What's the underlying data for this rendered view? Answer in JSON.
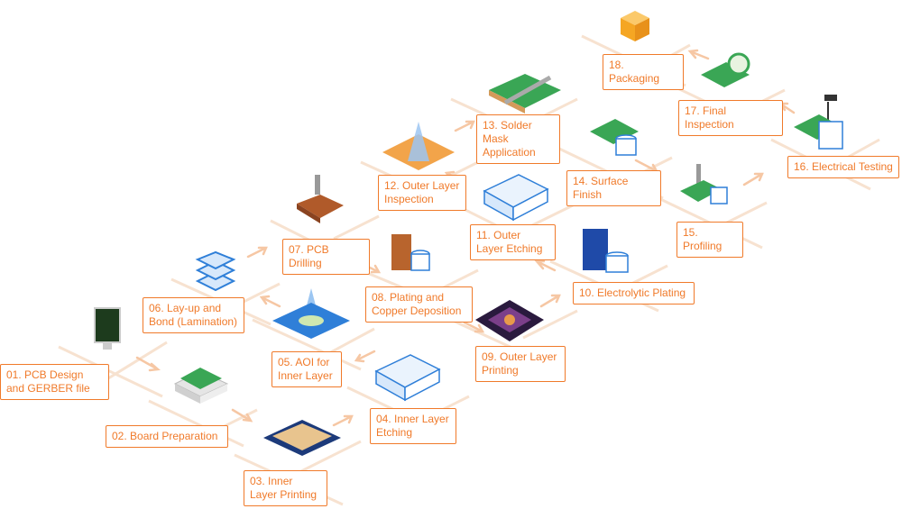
{
  "title": "PCB Manufacturing Process",
  "steps": [
    {
      "label": "01. PCB Design and GERBER file",
      "icon": "monitor-icon"
    },
    {
      "label": "02. Board Preparation",
      "icon": "board-stack-icon"
    },
    {
      "label": "03. Inner Layer Printing",
      "icon": "printed-layer-icon"
    },
    {
      "label": "04. Inner Layer Etching",
      "icon": "etched-board-icon"
    },
    {
      "label": "05. AOI for Inner Layer",
      "icon": "inspection-beam-icon"
    },
    {
      "label": "06. Lay-up and Bond (Lamination)",
      "icon": "layers-icon"
    },
    {
      "label": "07. PCB Drilling",
      "icon": "drill-icon"
    },
    {
      "label": "08. Plating and Copper Deposition",
      "icon": "plating-icon"
    },
    {
      "label": "09. Outer Layer Printing",
      "icon": "printed-layer-icon"
    },
    {
      "label": "10. Electrolytic Plating",
      "icon": "plating-icon"
    },
    {
      "label": "11. Outer Layer Etching",
      "icon": "etched-board-icon"
    },
    {
      "label": "12. Outer Layer Inspection",
      "icon": "inspection-beam-icon"
    },
    {
      "label": "13. Solder Mask Application",
      "icon": "solder-mask-icon"
    },
    {
      "label": "14. Surface Finish",
      "icon": "surface-finish-icon"
    },
    {
      "label": "15. Profiling",
      "icon": "profiling-icon"
    },
    {
      "label": "16. Electrical Testing",
      "icon": "tester-icon"
    },
    {
      "label": "17. Final Inspection",
      "icon": "magnifier-icon"
    },
    {
      "label": "18. Packaging",
      "icon": "box-icon"
    }
  ],
  "colors": {
    "accent": "#f07a2a",
    "line": "#f7dfcb",
    "arrow": "#f6c7a4",
    "pcb": "#3aa655",
    "blue": "#2f7fd8"
  }
}
